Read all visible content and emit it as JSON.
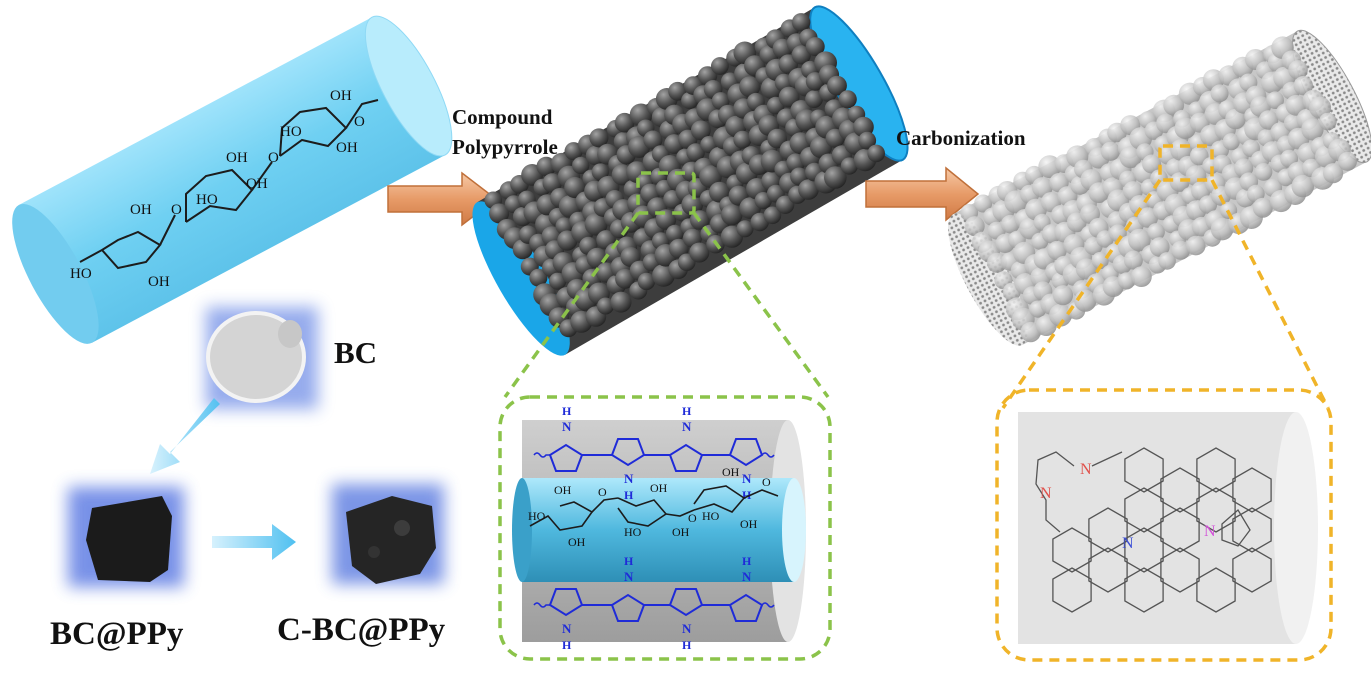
{
  "labels": {
    "compound_line1": "Compound",
    "compound_line2": "Polypyrrole",
    "carbonization": "Carbonization",
    "bc": "BC",
    "bc_ppy": "BC@PPy",
    "c_bc_ppy": "C-BC@PPy"
  },
  "chem": {
    "oh": "OH",
    "ho": "HO",
    "o": "O",
    "h": "H",
    "n": "N"
  },
  "colors": {
    "cellulose_cyan": "#7dd6f4",
    "cap_blue": "#1aa6e8",
    "ppy_sphere": "#5a5a5a",
    "carbon_sphere": "#bdbdbd",
    "arrow_fill": "#e8a474",
    "green_dash": "#8bc34a",
    "orange_dash": "#f0b429",
    "ppy_blue": "#1f2bd8",
    "nitrogen_red": "#e0504a",
    "nitrogen_blue": "#3c4fd6",
    "nitrogen_pink": "#d24fd8"
  }
}
